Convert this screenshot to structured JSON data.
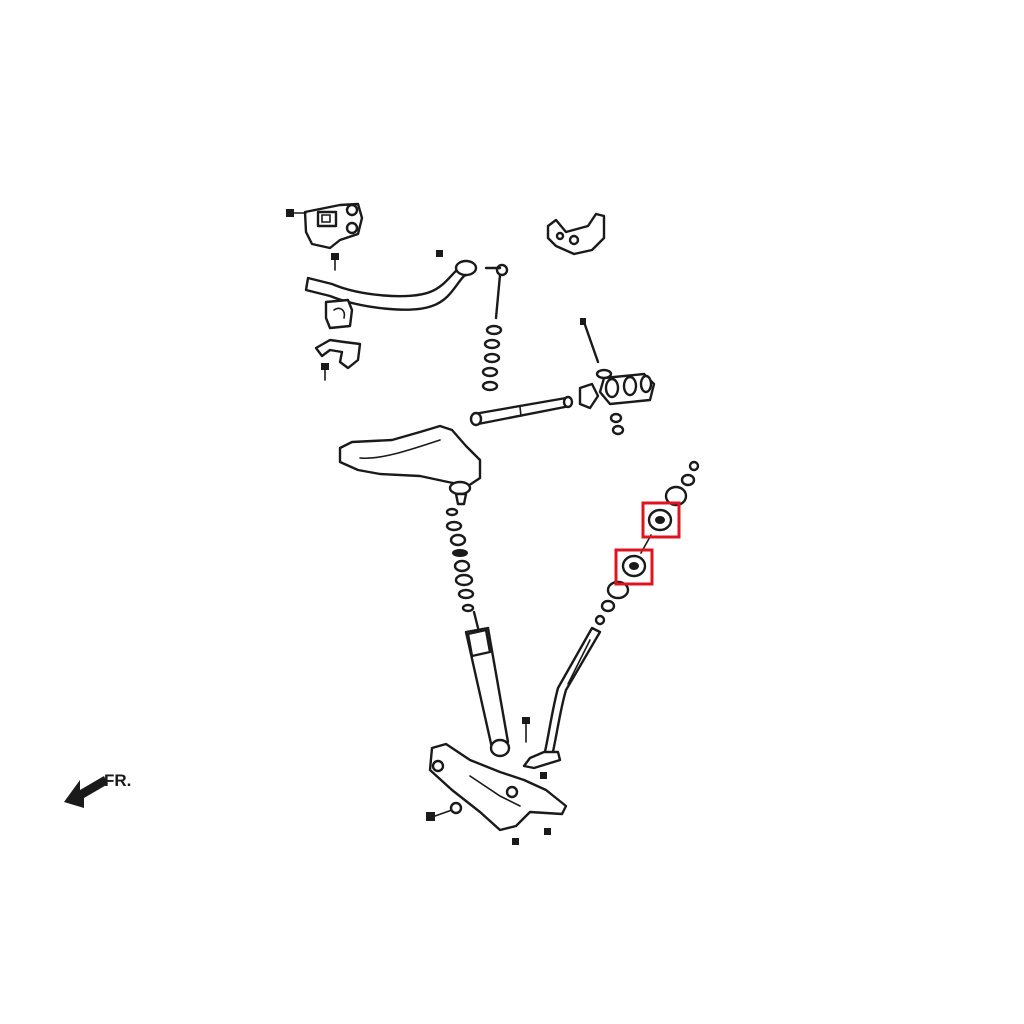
{
  "direction_label": "FR.",
  "colors": {
    "line": "#1a1a1a",
    "highlight": "#e0141e",
    "background": "#ffffff"
  },
  "highlighted_parts": [
    "strut-bar-bushing-upper",
    "strut-bar-bushing-lower"
  ]
}
